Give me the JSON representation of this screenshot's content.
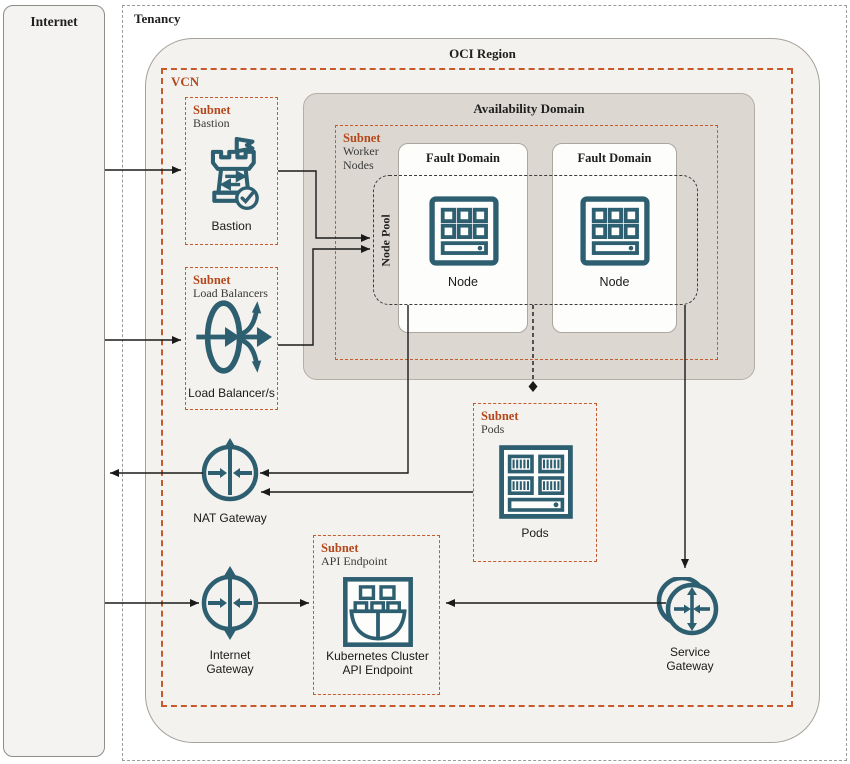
{
  "internet_box": {
    "label": "Internet"
  },
  "tenancy": {
    "label": "Tenancy"
  },
  "oci_region": {
    "label": "OCI Region"
  },
  "vcn": {
    "label": "VCN"
  },
  "availability_domain": {
    "label": "Availability Domain"
  },
  "node_pool": {
    "label": "Node Pool"
  },
  "fault_domains": [
    {
      "label": "Fault Domain",
      "node_caption": "Node"
    },
    {
      "label": "Fault Domain",
      "node_caption": "Node"
    }
  ],
  "subnets": {
    "bastion": {
      "tag": "Subnet",
      "name": "Bastion",
      "caption": "Bastion"
    },
    "load_balancers": {
      "tag": "Subnet",
      "name": "Load Balancers",
      "caption": "Load Balancer/s"
    },
    "worker_nodes": {
      "tag": "Subnet",
      "name": "Worker Nodes"
    },
    "pods": {
      "tag": "Subnet",
      "name": "Pods",
      "caption": "Pods"
    },
    "api_endpoint": {
      "tag": "Subnet",
      "name": "API Endpoint",
      "caption": "Kubernetes Cluster API Endpoint"
    }
  },
  "gateways": {
    "nat": {
      "caption": "NAT Gateway"
    },
    "internet": {
      "caption": "Internet Gateway"
    },
    "service": {
      "caption": "Service Gateway"
    }
  },
  "colors": {
    "icon_teal": "#2d5f71",
    "dashed_border_orange": "#c65a2b",
    "subnet_label_orange": "#b3481d",
    "availability_domain_fill": "#dcd8d1",
    "region_fill": "#f4f2ef",
    "fault_domain_fill": "#fdfdfc",
    "connector_black": "#1a1a1a"
  }
}
